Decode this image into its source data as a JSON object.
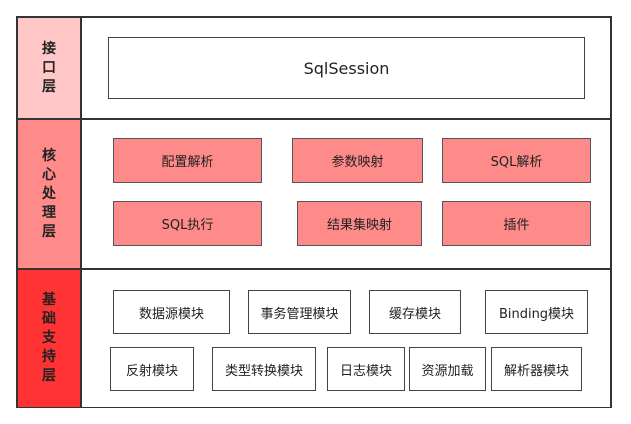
{
  "layers": {
    "interface": {
      "label": "接口层",
      "color": "#ffc7c7",
      "session": "SqlSession"
    },
    "core": {
      "label": "核心处理层",
      "color": "#ff8a8a",
      "modules": [
        "配置解析",
        "参数映射",
        "SQL解析",
        "SQL执行",
        "结果集映射",
        "插件"
      ]
    },
    "base": {
      "label": "基础支持层",
      "color": "#ff3333",
      "modules": [
        "数据源模块",
        "事务管理模块",
        "缓存模块",
        "Binding模块",
        "反射模块",
        "类型转换模块",
        "日志模块",
        "资源加载",
        "解析器模块"
      ]
    }
  }
}
